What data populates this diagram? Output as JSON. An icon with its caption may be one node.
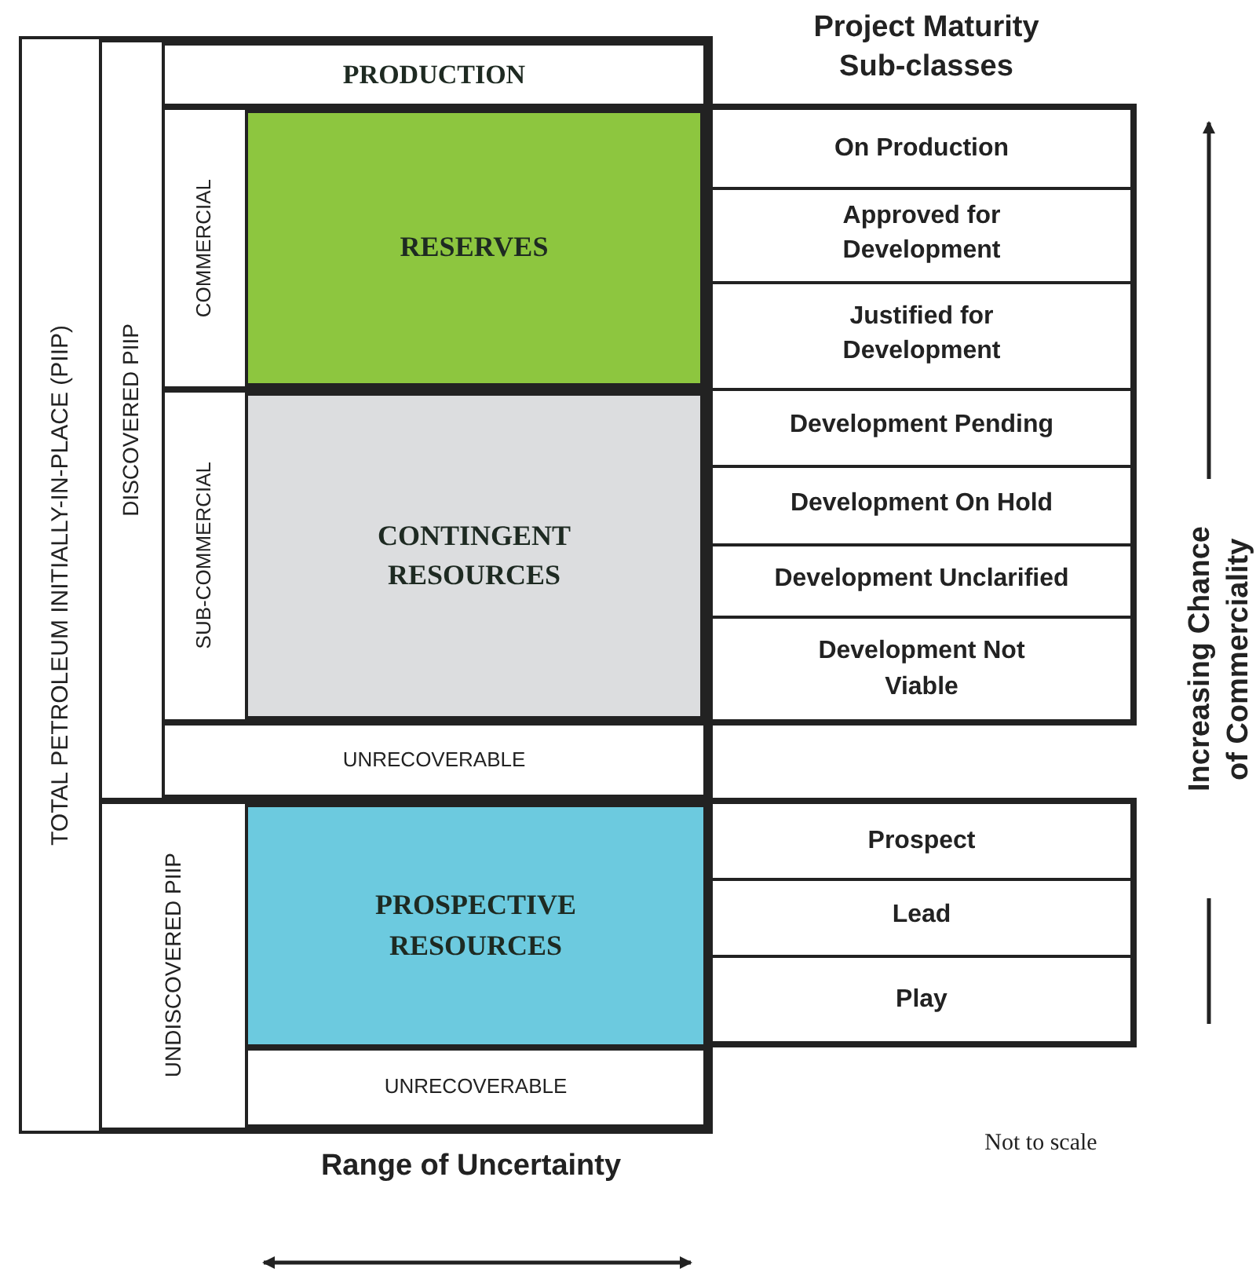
{
  "diagram": {
    "nodes": [
      {
        "text": [
          "TOTAL PETROLEUM INITIALLY-IN-PLACE (PIIP)"
        ]
      },
      {
        "text": [
          "DISCOVERED PIIP"
        ],
        "in": 0
      },
      {
        "text": [
          "PRODUCTION"
        ],
        "in": 1
      },
      {
        "text": [
          "COMMERCIAL"
        ],
        "in": 1
      },
      {
        "text": [
          "RESERVES"
        ],
        "in": 3
      },
      {
        "text": [
          "SUB-COMMERCIAL"
        ],
        "in": 1
      },
      {
        "text": [
          "CONTINGENT RESOURCES"
        ],
        "in": 5
      },
      {
        "text": [
          "UNRECOVERABLE"
        ],
        "in": 1
      },
      {
        "text": [
          "UNDISCOVERED PIIP"
        ],
        "in": 0
      },
      {
        "text": [
          "PROSPECTIVE RESOURCES"
        ],
        "in": 8
      },
      {
        "text": [
          "UNRECOVERABLE"
        ],
        "in": 8
      },
      {
        "text": [
          "On Production"
        ]
      },
      {
        "text": [
          "Approved for Development"
        ]
      },
      {
        "text": [
          "Justified for Development"
        ]
      },
      {
        "text": [
          "Development Pending"
        ]
      },
      {
        "text": [
          "Development On Hold"
        ]
      },
      {
        "text": [
          "Development Unclarified"
        ]
      },
      {
        "text": [
          "Development Not Viable"
        ]
      },
      {
        "text": [
          "Prospect"
        ]
      },
      {
        "text": [
          "Lead"
        ]
      },
      {
        "text": [
          "Play"
        ]
      }
    ],
    "labels": [
      "Project Maturity Sub-classes",
      "Increasing Chance of Commerciality",
      "Range of Uncertainty",
      "Not to scale"
    ]
  }
}
